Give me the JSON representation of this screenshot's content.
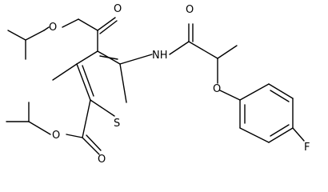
{
  "structure": {
    "atoms": {
      "o_ester1_carbonyl": "O",
      "o_ester1_ether": "O",
      "nh": "NH",
      "o_amide": "O",
      "o_ether": "O",
      "s_ring": "S",
      "o_ester2_ether": "O",
      "o_ester2_carbonyl": "O",
      "f": "F"
    }
  }
}
